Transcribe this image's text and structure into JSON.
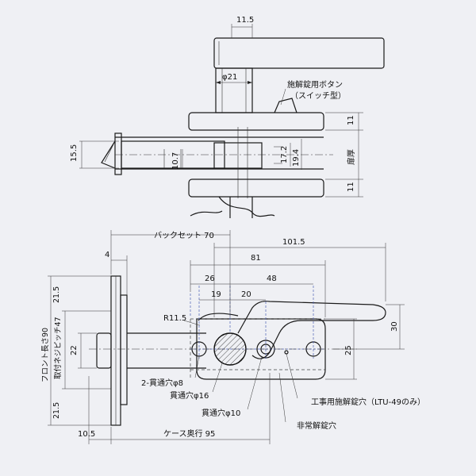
{
  "top_view": {
    "dim_handle_thickness": "11.5",
    "dim_spindle_dia": "φ21",
    "label_release_button": "施解錠用ボタン",
    "label_switch_type": "（スイッチ型）",
    "dim_rose_upper": "11",
    "dim_rose_lower": "11",
    "dim_door_thickness": "扉厚",
    "dim_17_2": "17.2",
    "dim_19_4": "19.4",
    "dim_15_5": "15.5",
    "dim_10_7": "10.7"
  },
  "front_view": {
    "dim_backset": "バックセット 70",
    "dim_101_5": "101.5",
    "dim_81": "81",
    "dim_4": "4",
    "dim_26": "26",
    "dim_48": "48",
    "dim_19": "19",
    "dim_20": "20",
    "dim_r11_5": "R11.5",
    "dim_30": "30",
    "dim_25": "25",
    "dim_22": "22",
    "dim_21_5_top": "21.5",
    "dim_21_5_bottom": "21.5",
    "dim_front_length": "フロント長さ90",
    "dim_screw_pitch": "取付ネジピッチ47",
    "label_2_through_hole": "2-貫通穴φ8",
    "label_through_hole_16": "貫通穴φ16",
    "label_through_hole_10": "貫通穴φ10",
    "label_construction_hole": "工事用施解錠穴（LTU-49のみ）",
    "label_emergency_hole": "非常解錠穴",
    "dim_10_5": "10.5",
    "dim_case_depth": "ケース奥行 95"
  }
}
